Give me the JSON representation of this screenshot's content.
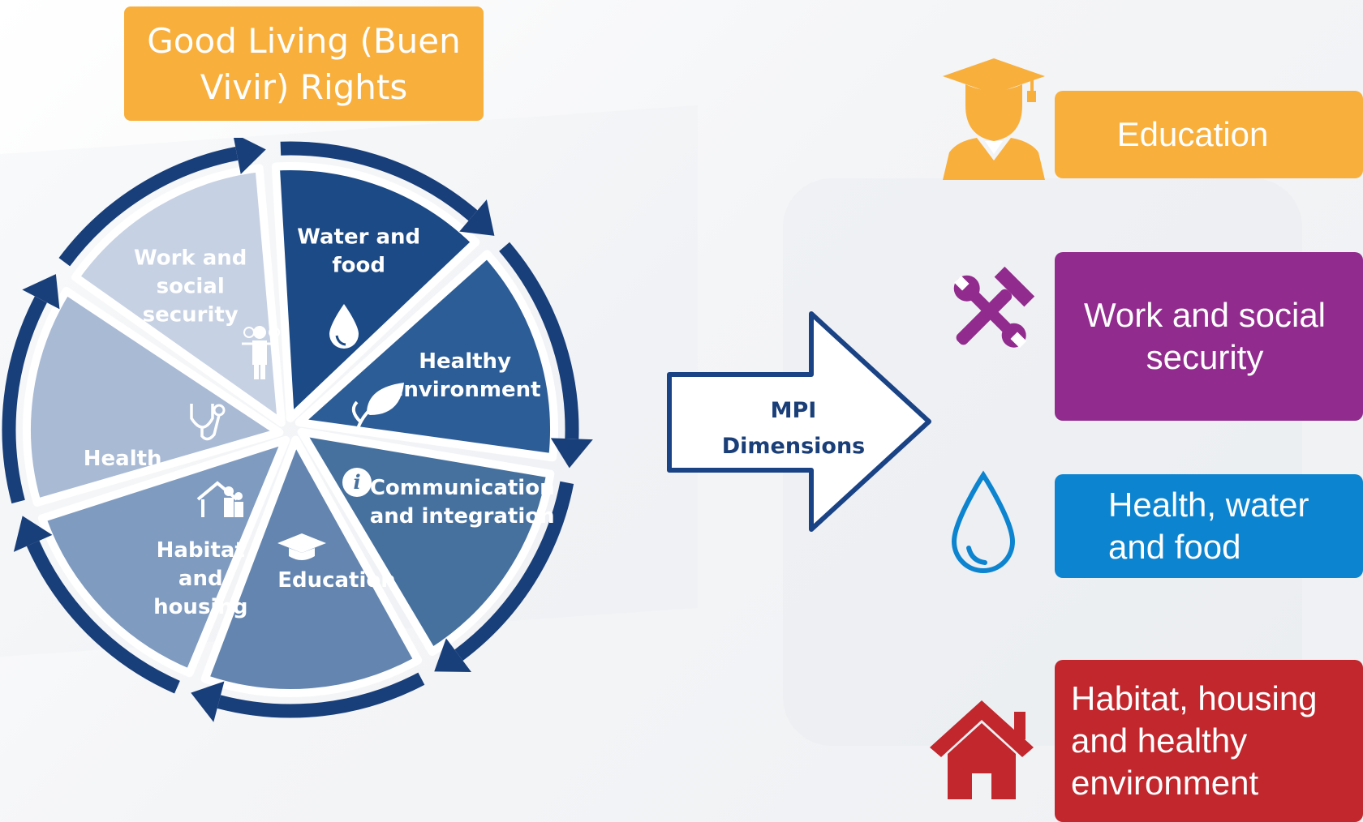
{
  "title": "Good Living (Buen Vivir) Rights",
  "wheel": {
    "segments": [
      {
        "label": [
          "Water and",
          "food"
        ],
        "icon": "water-drop-icon",
        "color": "#1c4a86"
      },
      {
        "label": [
          "Healthy",
          "environment"
        ],
        "icon": "plant-leaf-icon",
        "color": "#2d5d96"
      },
      {
        "label": [
          "Communication",
          "and integration"
        ],
        "icon": "info-icon",
        "color": "#46719f"
      },
      {
        "label": [
          "Education"
        ],
        "icon": "graduation-cap-icon",
        "color": "#6385af"
      },
      {
        "label": [
          "Habitat",
          "and",
          "housing"
        ],
        "icon": "family-house-icon",
        "color": "#7f9bc0"
      },
      {
        "label": [
          "Health"
        ],
        "icon": "stethoscope-icon",
        "color": "#a9bad5"
      },
      {
        "label": [
          "Work and",
          "social",
          "security"
        ],
        "icon": "worker-icon",
        "color": "#c6d1e3"
      }
    ],
    "arrow_color": "#193f7a"
  },
  "arrow": {
    "line1": "MPI",
    "line2": "Dimensions",
    "color": "#1a4385"
  },
  "dimensions": [
    {
      "label": "Education",
      "color": "#f8af3c",
      "icon": "graduate-icon"
    },
    {
      "label": "Work and social security",
      "color": "#922b8e",
      "icon": "tools-icon"
    },
    {
      "label": "Health, water and food",
      "color": "#0d84cf",
      "icon": "water-drop-icon"
    },
    {
      "label": "Habitat, housing and healthy environment",
      "color": "#c1272d",
      "icon": "house-icon"
    }
  ]
}
